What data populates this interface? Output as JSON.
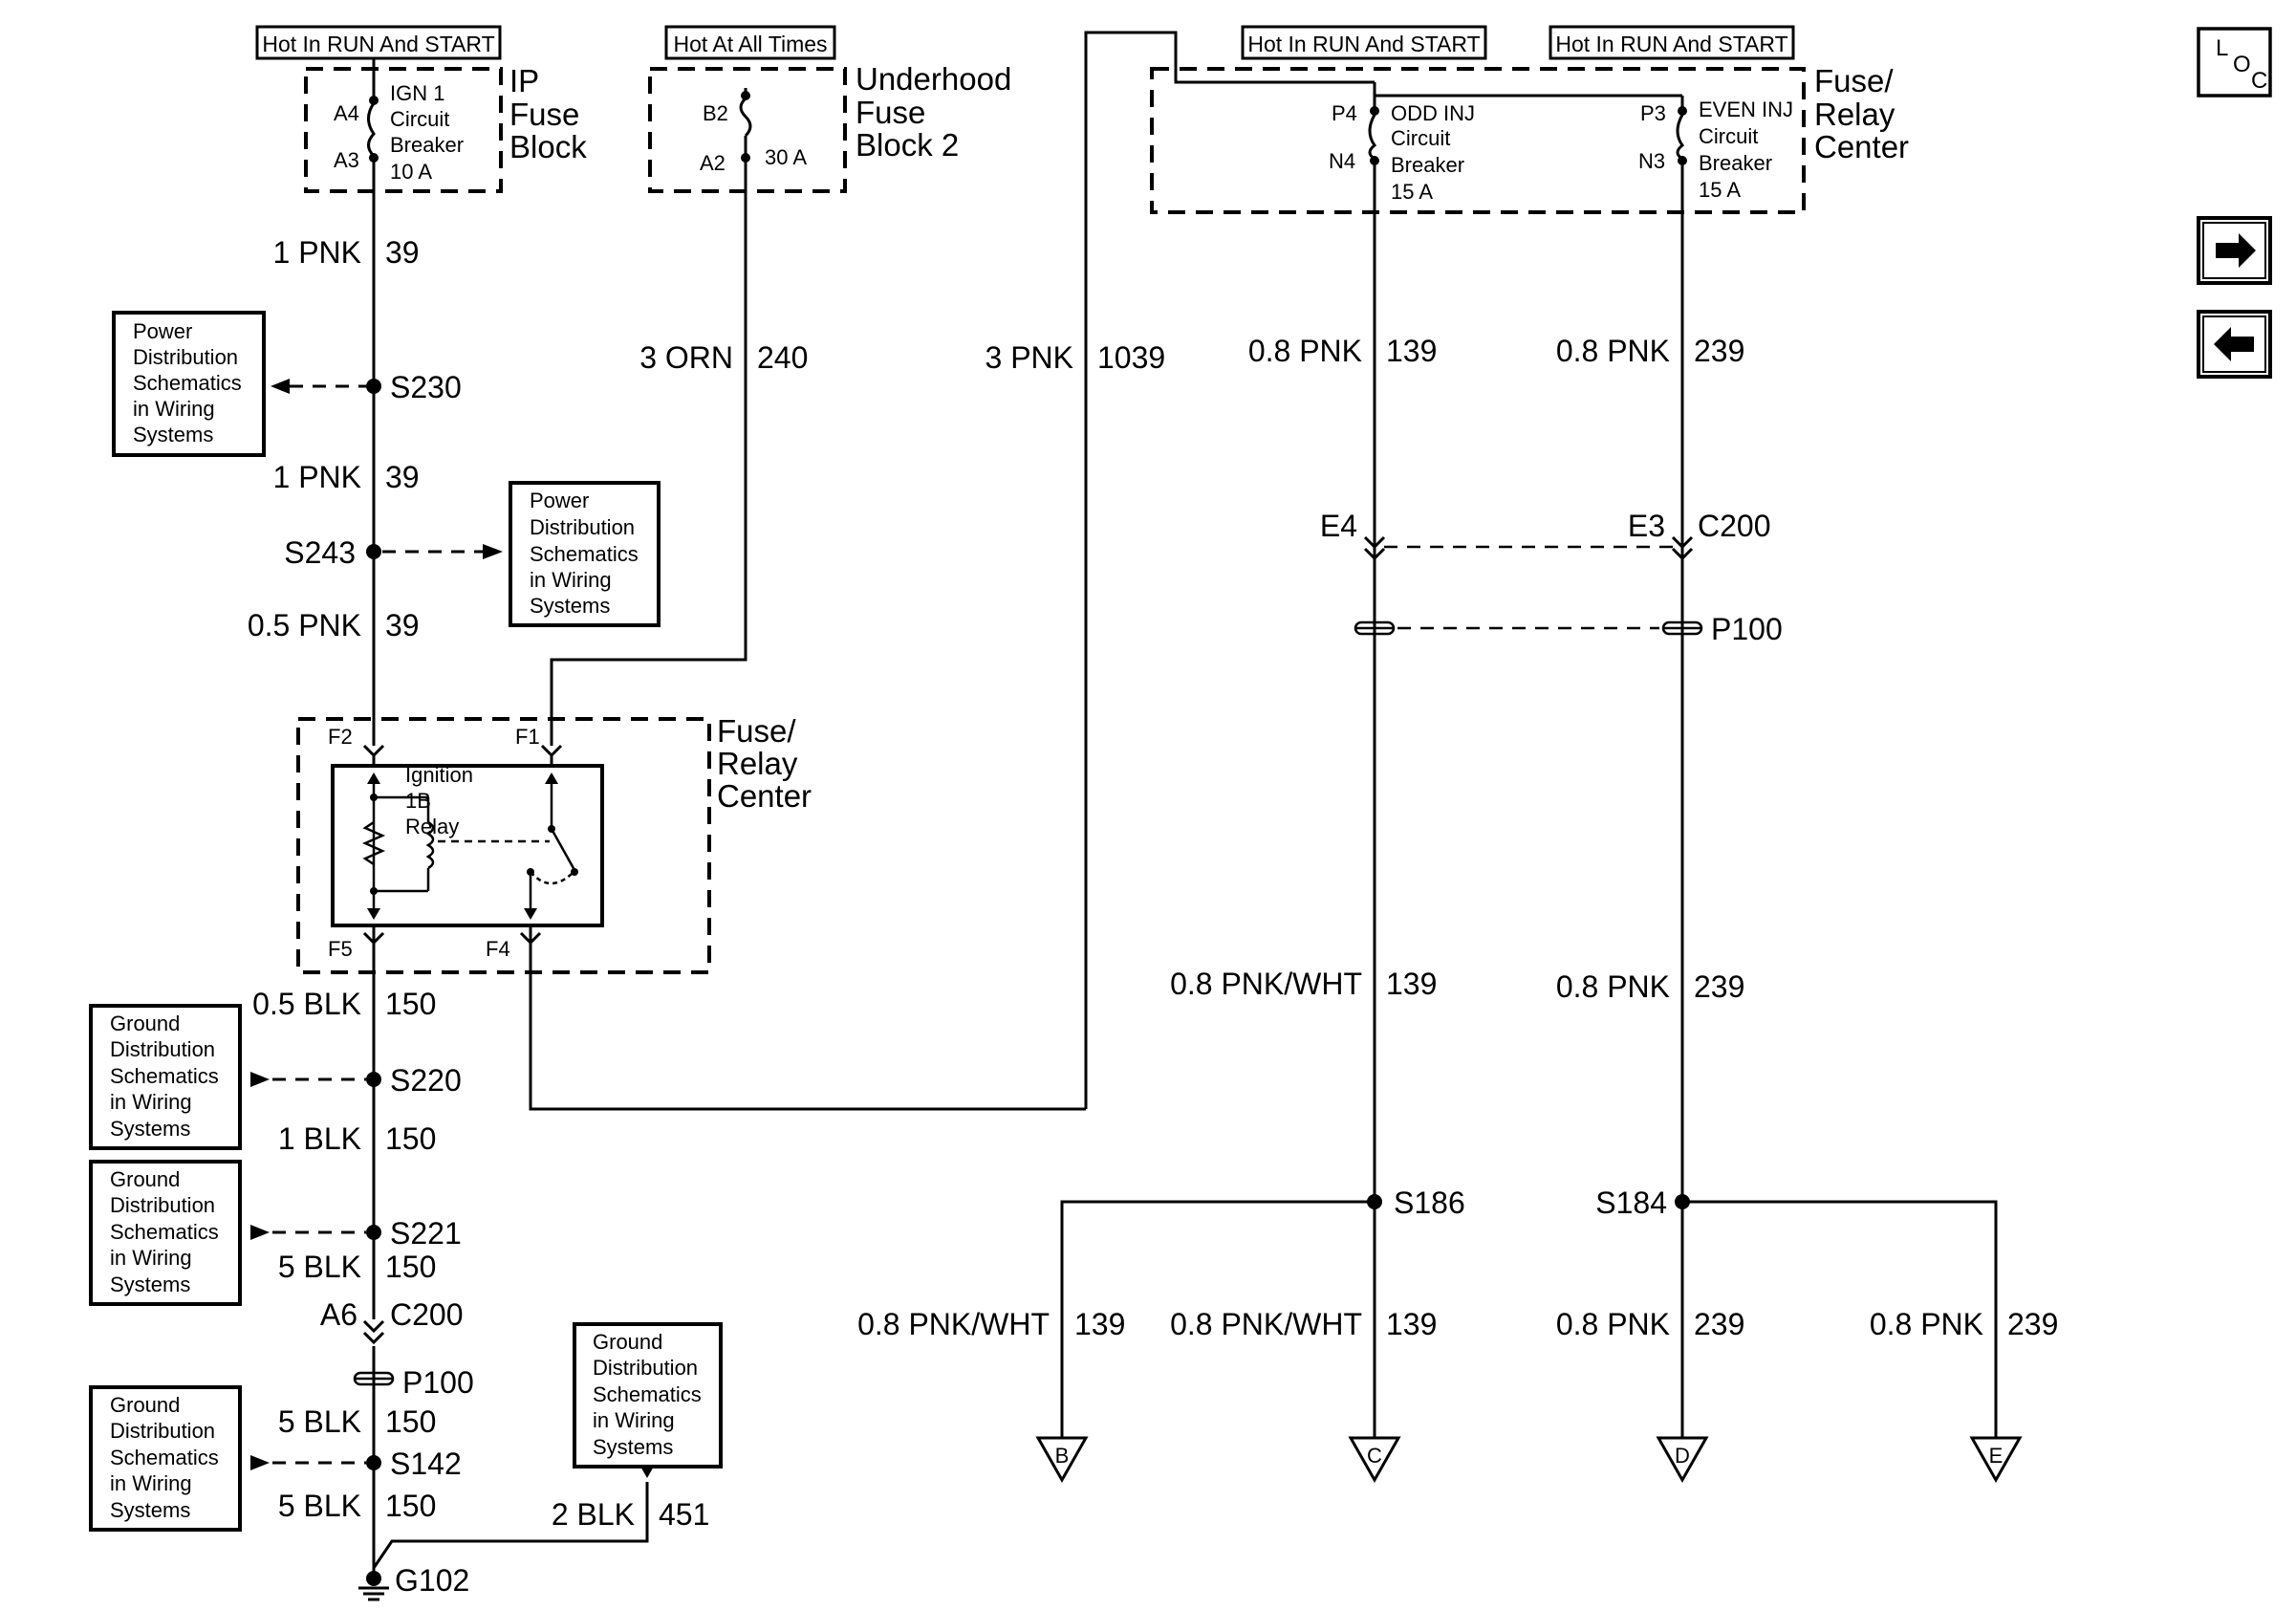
{
  "hot_labels": {
    "ip_fuse": "Hot In RUN And START",
    "underhood_fuse": "Hot At All Times",
    "odd_inj": "Hot In RUN And START",
    "even_inj": "Hot In RUN And START"
  },
  "components": {
    "ip_fuse_block": [
      "IP",
      "Fuse",
      "Block"
    ],
    "underhood_fuse_block": [
      "Underhood",
      "Fuse",
      "Block 2"
    ],
    "fuse_relay_center_top": [
      "Fuse/",
      "Relay",
      "Center"
    ],
    "fuse_relay_center_mid": [
      "Fuse/",
      "Relay",
      "Center"
    ],
    "ign_cb": [
      "IGN 1",
      "Circuit",
      "Breaker",
      "10 A"
    ],
    "underhood_fuse": "30 A",
    "odd_inj_cb": [
      "ODD INJ",
      "Circuit",
      "Breaker",
      "15 A"
    ],
    "even_inj_cb": [
      "EVEN INJ",
      "Circuit",
      "Breaker",
      "15 A"
    ],
    "ignition_relay": [
      "Ignition",
      "1B",
      "Relay"
    ]
  },
  "pins": {
    "a4": "A4",
    "a3": "A3",
    "b2": "B2",
    "a2": "A2",
    "p4": "P4",
    "n4": "N4",
    "p3": "P3",
    "n3": "N3",
    "f2": "F2",
    "f1": "F1",
    "f5": "F5",
    "f4": "F4",
    "e4": "E4",
    "e3": "E3",
    "a6": "A6"
  },
  "connectors": {
    "c200_top": "C200",
    "p100_top": "P100",
    "c200_bottom": "C200",
    "p100_bottom": "P100",
    "ground": "G102"
  },
  "splices": {
    "s230": "S230",
    "s243": "S243",
    "s220": "S220",
    "s221": "S221",
    "s142": "S142",
    "s186": "S186",
    "s184": "S184"
  },
  "wires": {
    "ign_out": {
      "color": "1 PNK",
      "circuit": "39"
    },
    "s230_s243": {
      "color": "1 PNK",
      "circuit": "39"
    },
    "s243_f2": {
      "color": "0.5 PNK",
      "circuit": "39"
    },
    "fuse_orn": {
      "color": "3 ORN",
      "circuit": "240"
    },
    "relay_out": {
      "color": "3 PNK",
      "circuit": "1039"
    },
    "odd_top": {
      "color": "0.8 PNK",
      "circuit": "139"
    },
    "even_top": {
      "color": "0.8 PNK",
      "circuit": "239"
    },
    "odd_mid": {
      "color": "0.8 PNK/WHT",
      "circuit": "139"
    },
    "even_mid": {
      "color": "0.8 PNK",
      "circuit": "239"
    },
    "gnd_f5": {
      "color": "0.5 BLK",
      "circuit": "150"
    },
    "gnd_s220": {
      "color": "1 BLK",
      "circuit": "150"
    },
    "gnd_s221": {
      "color": "5 BLK",
      "circuit": "150"
    },
    "gnd_p100": {
      "color": "5 BLK",
      "circuit": "150"
    },
    "gnd_s142": {
      "color": "5 BLK",
      "circuit": "150"
    },
    "gnd_451": {
      "color": "2 BLK",
      "circuit": "451"
    },
    "branch_b": {
      "color": "0.8 PNK/WHT",
      "circuit": "139"
    },
    "branch_c": {
      "color": "0.8 PNK/WHT",
      "circuit": "139"
    },
    "branch_d": {
      "color": "0.8 PNK",
      "circuit": "239"
    },
    "branch_e": {
      "color": "0.8 PNK",
      "circuit": "239"
    }
  },
  "reference_boxes": {
    "power_1": [
      "Power",
      "Distribution",
      "Schematics",
      "in Wiring",
      "Systems"
    ],
    "power_2": [
      "Power",
      "Distribution",
      "Schematics",
      "in Wiring",
      "Systems"
    ],
    "ground_1": [
      "Ground",
      "Distribution",
      "Schematics",
      "in Wiring",
      "Systems"
    ],
    "ground_2": [
      "Ground",
      "Distribution",
      "Schematics",
      "in Wiring",
      "Systems"
    ],
    "ground_3": [
      "Ground",
      "Distribution",
      "Schematics",
      "in Wiring",
      "Systems"
    ],
    "ground_4": [
      "Ground",
      "Distribution",
      "Schematics",
      "in Wiring",
      "Systems"
    ]
  },
  "offpage": {
    "b": "B",
    "c": "C",
    "d": "D",
    "e": "E"
  },
  "nav": {
    "loc_l": "L",
    "loc_o": "O",
    "loc_c": "C",
    "next": "next-arrow-icon",
    "prev": "prev-arrow-icon"
  }
}
